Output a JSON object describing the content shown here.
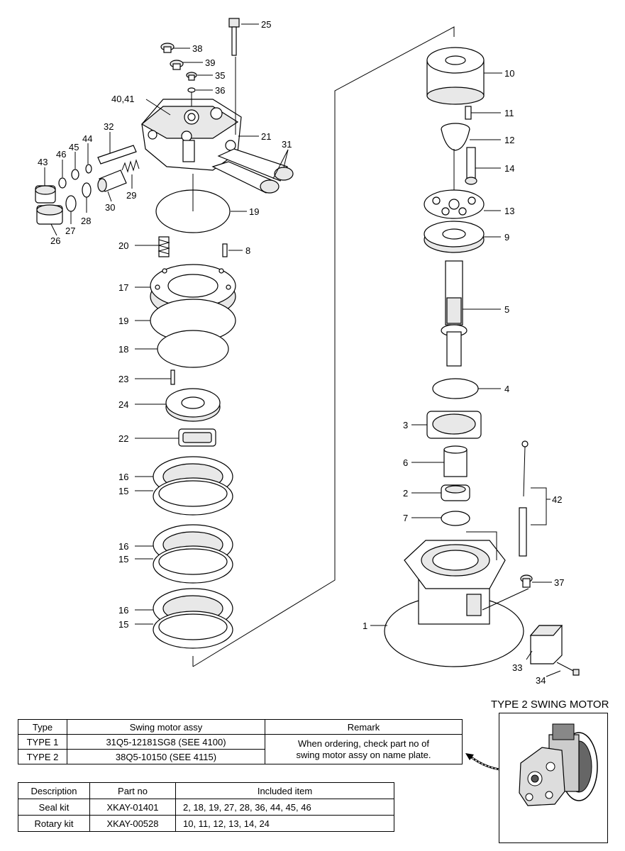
{
  "diagram": {
    "callouts": [
      {
        "id": "c25",
        "text": "25"
      },
      {
        "id": "c38",
        "text": "38"
      },
      {
        "id": "c39",
        "text": "39"
      },
      {
        "id": "c35",
        "text": "35"
      },
      {
        "id": "c36",
        "text": "36"
      },
      {
        "id": "c4041",
        "text": "40,41"
      },
      {
        "id": "c32",
        "text": "32"
      },
      {
        "id": "c21",
        "text": "21"
      },
      {
        "id": "c44",
        "text": "44"
      },
      {
        "id": "c45",
        "text": "45"
      },
      {
        "id": "c46",
        "text": "46"
      },
      {
        "id": "c43",
        "text": "43"
      },
      {
        "id": "c31",
        "text": "31"
      },
      {
        "id": "c29",
        "text": "29"
      },
      {
        "id": "c30",
        "text": "30"
      },
      {
        "id": "c28",
        "text": "28"
      },
      {
        "id": "c27",
        "text": "27"
      },
      {
        "id": "c26",
        "text": "26"
      },
      {
        "id": "c19a",
        "text": "19"
      },
      {
        "id": "c20",
        "text": "20"
      },
      {
        "id": "c8",
        "text": "8"
      },
      {
        "id": "c17",
        "text": "17"
      },
      {
        "id": "c19b",
        "text": "19"
      },
      {
        "id": "c18",
        "text": "18"
      },
      {
        "id": "c23",
        "text": "23"
      },
      {
        "id": "c24",
        "text": "24"
      },
      {
        "id": "c22",
        "text": "22"
      },
      {
        "id": "c16a",
        "text": "16"
      },
      {
        "id": "c15a",
        "text": "15"
      },
      {
        "id": "c16b",
        "text": "16"
      },
      {
        "id": "c15b",
        "text": "15"
      },
      {
        "id": "c16c",
        "text": "16"
      },
      {
        "id": "c15c",
        "text": "15"
      },
      {
        "id": "c10",
        "text": "10"
      },
      {
        "id": "c11",
        "text": "11"
      },
      {
        "id": "c12",
        "text": "12"
      },
      {
        "id": "c14",
        "text": "14"
      },
      {
        "id": "c13",
        "text": "13"
      },
      {
        "id": "c9",
        "text": "9"
      },
      {
        "id": "c5",
        "text": "5"
      },
      {
        "id": "c4",
        "text": "4"
      },
      {
        "id": "c3",
        "text": "3"
      },
      {
        "id": "c6",
        "text": "6"
      },
      {
        "id": "c2",
        "text": "2"
      },
      {
        "id": "c7",
        "text": "7"
      },
      {
        "id": "c42",
        "text": "42"
      },
      {
        "id": "c37",
        "text": "37"
      },
      {
        "id": "c1",
        "text": "1"
      },
      {
        "id": "c33",
        "text": "33"
      },
      {
        "id": "c34",
        "text": "34"
      }
    ]
  },
  "type2": {
    "title": "TYPE 2 SWING MOTOR"
  },
  "type_table": {
    "headers": [
      "Type",
      "Swing motor assy",
      "Remark"
    ],
    "rows": [
      {
        "type": "TYPE 1",
        "assy": "31Q5-12181SG8 (SEE 4100)"
      },
      {
        "type": "TYPE 2",
        "assy": "38Q5-10150 (SEE 4115)"
      }
    ],
    "remark_line1": "When ordering, check part no of",
    "remark_line2": "swing motor assy on name plate."
  },
  "kit_table": {
    "headers": [
      "Description",
      "Part no",
      "Included item"
    ],
    "rows": [
      {
        "description": "Seal kit",
        "part_no": "XKAY-01401",
        "items": "2, 18, 19, 27, 28, 36, 44, 45, 46"
      },
      {
        "description": "Rotary kit",
        "part_no": "XKAY-00528",
        "items": "10, 11, 12, 13, 14, 24"
      }
    ]
  }
}
